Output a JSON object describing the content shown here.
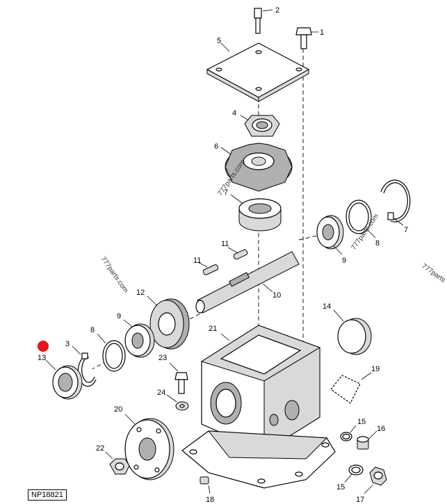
{
  "diagram": {
    "reference": "NP18821",
    "watermarks": [
      "777parts.com",
      "777parts.com",
      "777parts.com",
      "777parts"
    ],
    "marker_color": "#ee1111",
    "callouts": [
      "1",
      "2",
      "3",
      "4",
      "5",
      "6",
      "7",
      "7",
      "8",
      "8",
      "9",
      "9",
      "10",
      "11",
      "11",
      "12",
      "13",
      "14",
      "15",
      "15",
      "16",
      "17",
      "18",
      "19",
      "20",
      "21",
      "22",
      "23",
      "24"
    ]
  }
}
